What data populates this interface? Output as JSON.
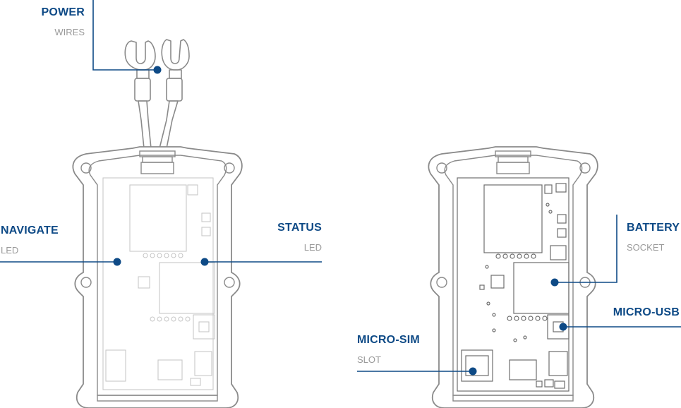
{
  "callouts": {
    "power": {
      "title": "POWER",
      "subtitle": "WIRES"
    },
    "navigate": {
      "title": "NAVIGATE",
      "subtitle": "LED"
    },
    "status": {
      "title": "STATUS",
      "subtitle": "LED"
    },
    "battery": {
      "title": "BATTERY",
      "subtitle": "SOCKET"
    },
    "micro_usb": {
      "title": "MICRO-USB",
      "subtitle": ""
    },
    "micro_sim": {
      "title": "MICRO-SIM",
      "subtitle": "SLOT"
    }
  },
  "colors": {
    "accent": "#0e4a86",
    "outline": "#8a8a8a",
    "outline_light": "#c8c8c8",
    "subtitle": "#9a9a9a"
  }
}
